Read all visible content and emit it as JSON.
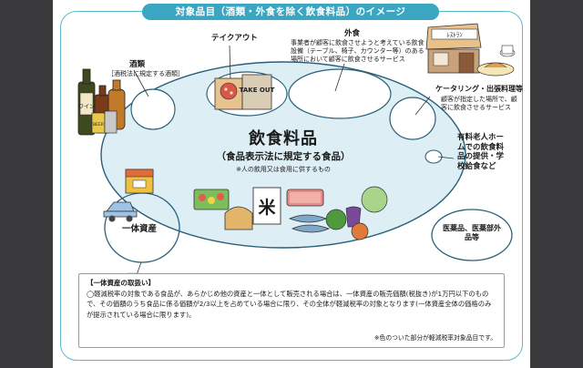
{
  "title": "対象品目（酒類・外食を除く飲食料品）のイメージ",
  "categories": {
    "alcohol": {
      "label": "酒類",
      "sublabel": "［酒税法に規定する酒類］"
    },
    "takeout": {
      "label": "テイクアウト"
    },
    "dining_out": {
      "label": "外食",
      "description": "事業者が顧客に飲食させようと考えている飲食設備（テーブル、椅子、カウンター等）のある場所において顧客に飲食させるサービス"
    },
    "catering": {
      "label": "ケータリング・出張料理等",
      "description": "顧客が指定した場所で、顧客に飲食させるサービス"
    },
    "nursing_home": {
      "label": "有料老人ホームでの飲食料品の提供・学校給食など"
    },
    "food_beverage": {
      "title": "飲食料品",
      "subtitle": "（食品表示法に規定する食品）",
      "note": "※人の飲用又は食用に供するもの"
    },
    "integrated_asset": {
      "label": "一体資産"
    },
    "pharma": {
      "label": "医薬品、医薬部外品等"
    }
  },
  "image_text": {
    "restaurant_sign": "ﾚｽﾄﾗﾝ",
    "wine_label": "ワイン",
    "beer_label": "BEER",
    "takeout_box": "TAKE OUT",
    "rice_bag": "米"
  },
  "note_box": {
    "title": "【一体資産の取扱い】",
    "body": "◯軽減税率の対象である食品が、あらかじめ他の資産と一体として販売される場合は、一体資産の販売価額(税抜き)が1万円以下のもので、その価額のうち食品に係る価額が2/3以上を占めている場合に限り、その全体が軽減税率の対象となります(一体資産全体の価格のみが提示されている場合に限ります)。",
    "footnote": "※色のついた部分が軽減税率対象品目です。"
  },
  "colors": {
    "accent": "#3aa6c2",
    "frame": "#5bb8cf",
    "fill": "#ddeef5",
    "outline": "#2a5f7a",
    "side_bars": "#3a3a3c"
  }
}
